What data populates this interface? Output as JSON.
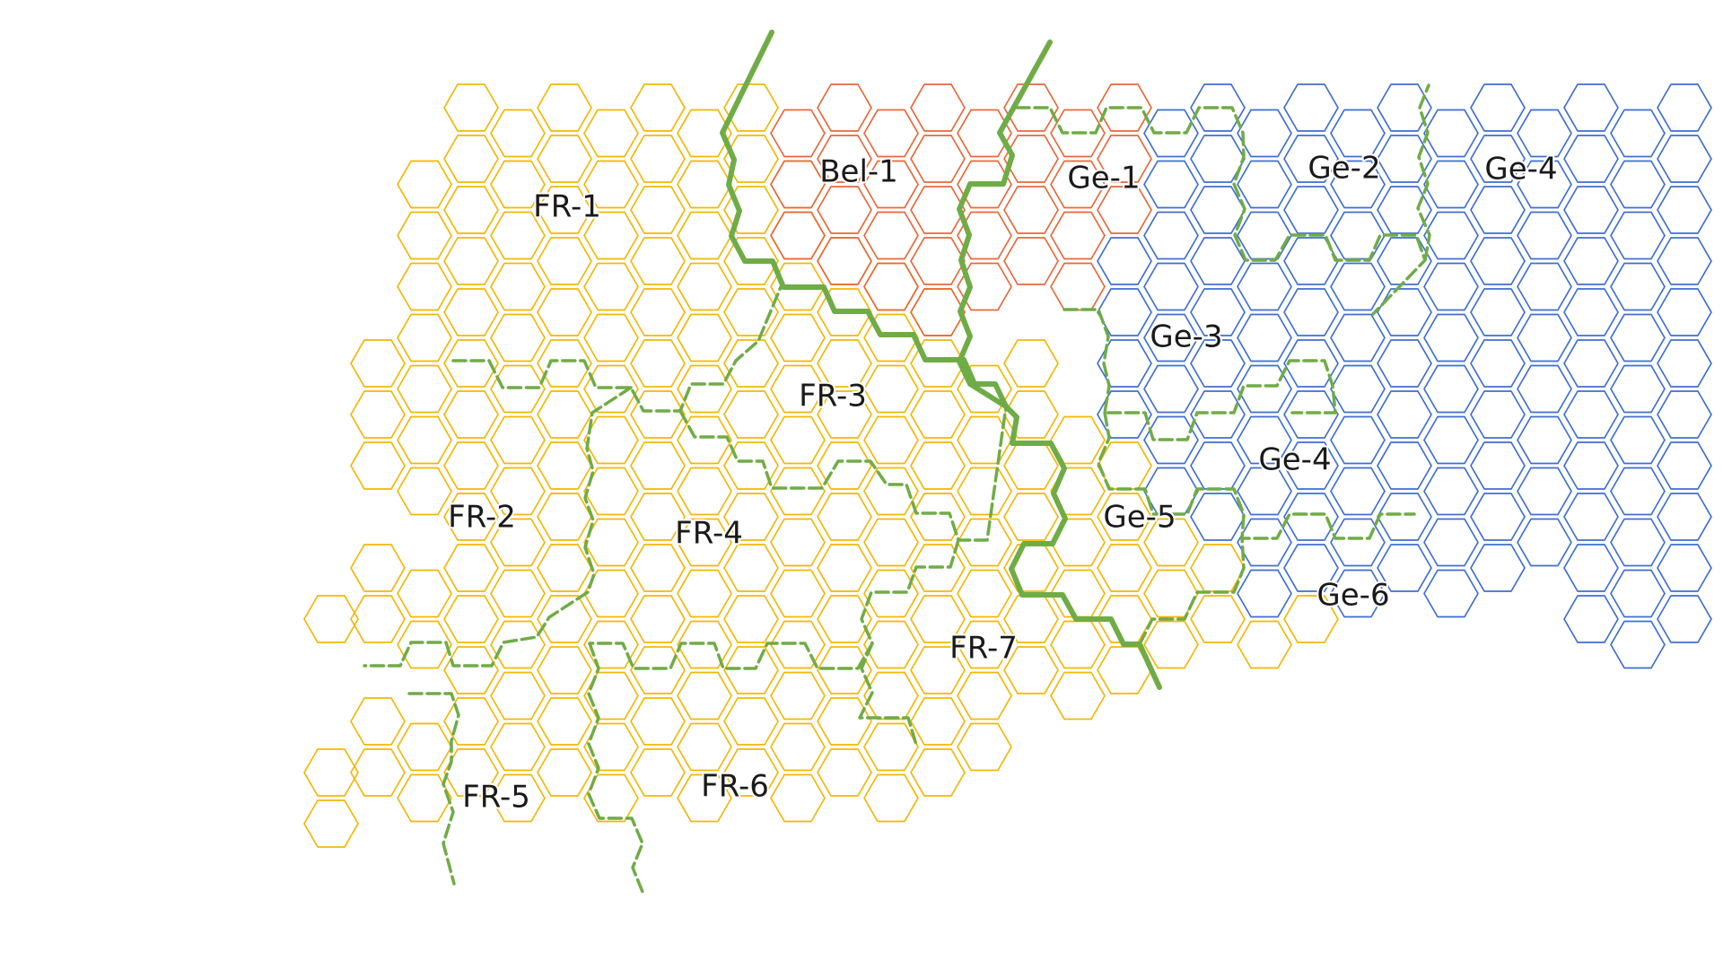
{
  "colors": {
    "france": "#f2b705",
    "belgium": "#e8683a",
    "germany": "#3f6fd1",
    "border": "#6fac46"
  },
  "regions": [
    {
      "id": "fr-1",
      "label": "FR-1",
      "country": "france"
    },
    {
      "id": "fr-2",
      "label": "FR-2",
      "country": "france"
    },
    {
      "id": "fr-3",
      "label": "FR-3",
      "country": "france"
    },
    {
      "id": "fr-4",
      "label": "FR-4",
      "country": "france"
    },
    {
      "id": "fr-5",
      "label": "FR-5",
      "country": "france"
    },
    {
      "id": "fr-6",
      "label": "FR-6",
      "country": "france"
    },
    {
      "id": "fr-7",
      "label": "FR-7",
      "country": "france"
    },
    {
      "id": "bel-1",
      "label": "Bel-1",
      "country": "belgium"
    },
    {
      "id": "ge-1",
      "label": "Ge-1",
      "country": "germany"
    },
    {
      "id": "ge-2",
      "label": "Ge-2",
      "country": "germany"
    },
    {
      "id": "ge-4-north",
      "label": "Ge-4",
      "country": "germany"
    },
    {
      "id": "ge-3",
      "label": "Ge-3",
      "country": "germany"
    },
    {
      "id": "ge-4-south",
      "label": "Ge-4",
      "country": "germany"
    },
    {
      "id": "ge-5",
      "label": "Ge-5",
      "country": "germany"
    },
    {
      "id": "ge-6",
      "label": "Ge-6",
      "country": "germany"
    }
  ]
}
